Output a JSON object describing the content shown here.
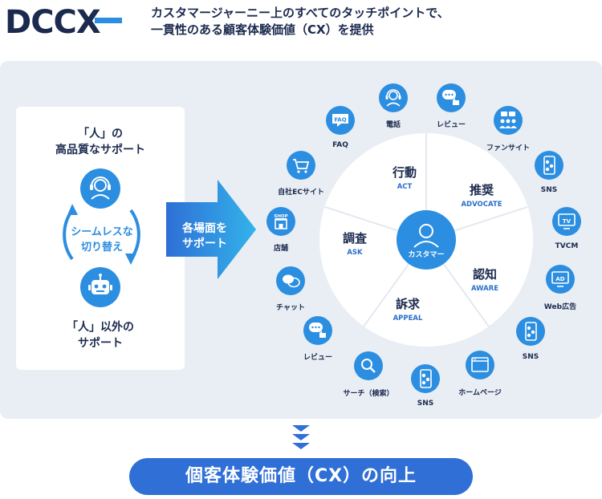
{
  "header": {
    "logo_text": "DCCX",
    "tagline_line1": "カスタマージャーニー上のすべてのタッチポイントで、",
    "tagline_line2": "一貫性のある顧客体験価値（CX）を提供"
  },
  "support": {
    "human_label_line1": "「人」の",
    "human_label_line2": "高品質なサポート",
    "switch_label_line1": "シームレスな",
    "switch_label_line2": "切り替え",
    "bot_label_line1": "「人」以外の",
    "bot_label_line2": "サポート",
    "arrow_label_line1": "各場面を",
    "arrow_label_line2": "サポート"
  },
  "journey": {
    "center_label": "カスタマー",
    "segments": [
      {
        "title": "行動",
        "sub": "ACT"
      },
      {
        "title": "推奨",
        "sub": "ADVOCATE"
      },
      {
        "title": "認知",
        "sub": "AWARE"
      },
      {
        "title": "訴求",
        "sub": "APPEAL"
      },
      {
        "title": "調査",
        "sub": "ASK"
      }
    ]
  },
  "touchpoints": [
    {
      "label": "電話",
      "icon": "headset-icon"
    },
    {
      "label": "レビュー",
      "icon": "review-icon"
    },
    {
      "label": "ファンサイト",
      "icon": "fansite-icon"
    },
    {
      "label": "SNS",
      "icon": "sns-icon"
    },
    {
      "label": "TVCM",
      "icon": "tv-icon",
      "badge": "TV"
    },
    {
      "label": "Web広告",
      "icon": "web-ad-icon",
      "badge": "AD"
    },
    {
      "label": "SNS",
      "icon": "sns-icon"
    },
    {
      "label": "ホームページ",
      "icon": "homepage-icon"
    },
    {
      "label": "SNS",
      "icon": "sns-icon"
    },
    {
      "label": "サーチ（検索）",
      "icon": "search-icon"
    },
    {
      "label": "レビュー",
      "icon": "review-icon"
    },
    {
      "label": "チャット",
      "icon": "chat-icon"
    },
    {
      "label": "店舗",
      "icon": "shop-icon",
      "badge": "SHOP"
    },
    {
      "label": "自社ECサイト",
      "icon": "cart-icon"
    },
    {
      "label": "FAQ",
      "icon": "faq-icon",
      "badge": "FAQ"
    }
  ],
  "result": {
    "banner_text": "個客体験価値（CX）の向上"
  },
  "colors": {
    "brand_navy": "#1b2a4e",
    "primary_blue": "#2c8ee0",
    "banner_blue": "#2f6fd6",
    "panel_bg": "#e9eef4"
  }
}
